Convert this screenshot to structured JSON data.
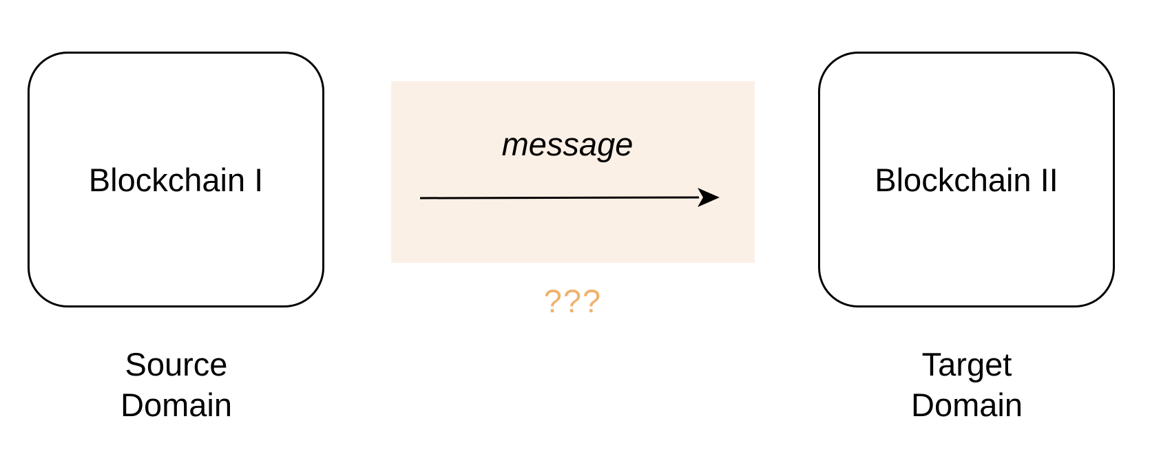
{
  "colors": {
    "channel_fill": "#fbf0e6",
    "question_color": "#f0b26c",
    "stroke": "#000000"
  },
  "source": {
    "box_label": "Blockchain I",
    "domain_label_line1": "Source",
    "domain_label_line2": "Domain"
  },
  "target": {
    "box_label": "Blockchain II",
    "domain_label_line1": "Target",
    "domain_label_line2": "Domain"
  },
  "channel": {
    "label": "message",
    "unknown_mark": "???"
  }
}
